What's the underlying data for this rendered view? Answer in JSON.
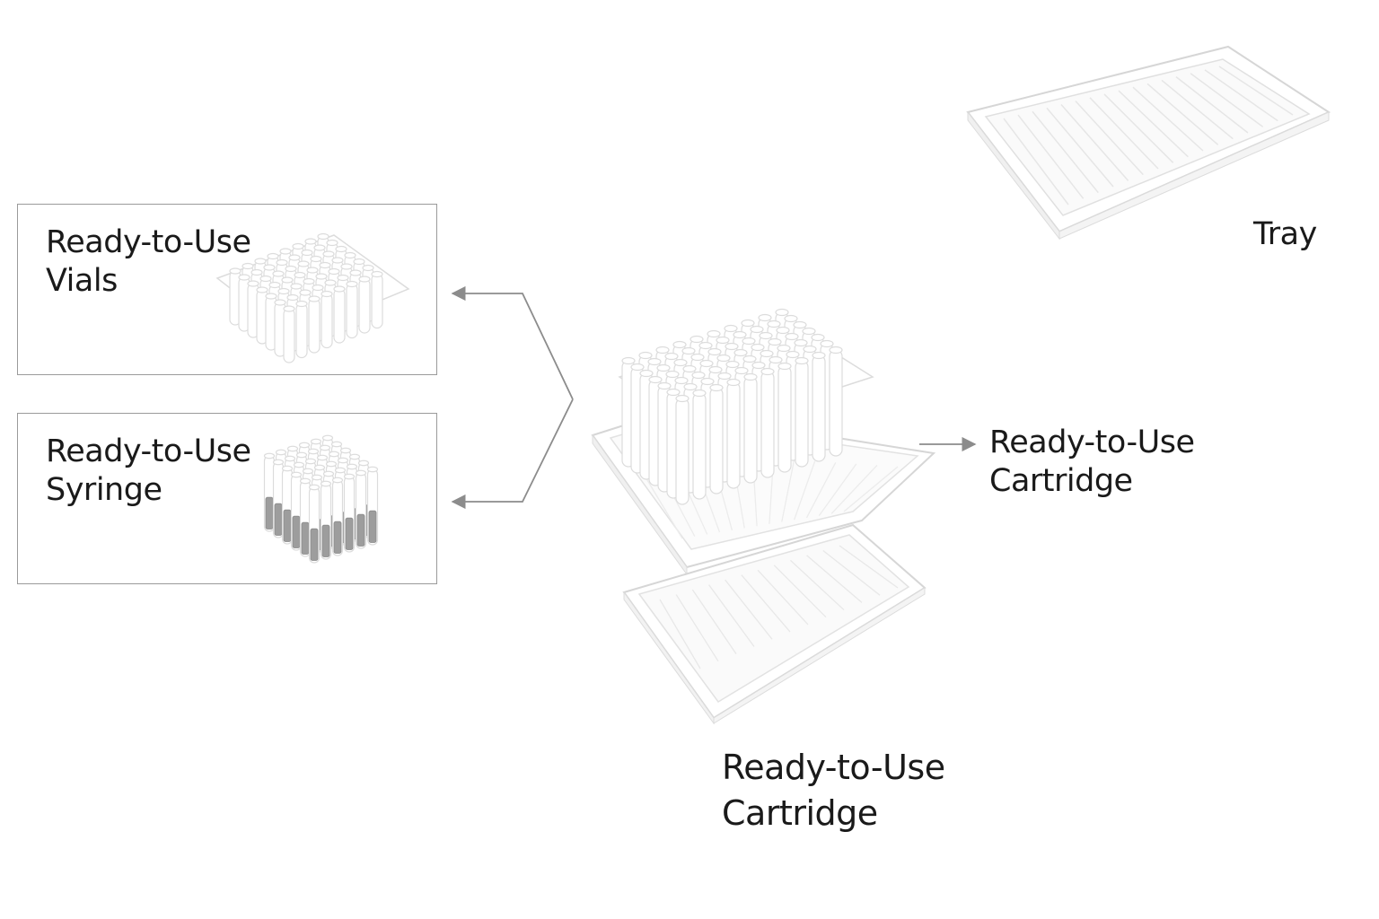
{
  "labels": {
    "vials": [
      "Ready-to-Use",
      "Vials"
    ],
    "syringe": [
      "Ready-to-Use",
      "Syringe"
    ],
    "tray": "Tray",
    "cartridge_right": [
      "Ready-to-Use",
      "Cartridge"
    ],
    "cartridge_bottom": [
      "Ready-to-Use",
      "Cartridge"
    ]
  },
  "colors": {
    "outline": "#dcdcdc",
    "fill": "#ffffff",
    "shadow": "#f2f2f2",
    "arrow": "#8c8c8c",
    "plunger": "#9d9d9d",
    "border": "#9a9a9a"
  },
  "icons": [
    "vial-rack-icon",
    "syringe-rack-icon",
    "empty-tray-icon",
    "nest-with-tubes-icon",
    "nest-tray-icon",
    "tub-icon",
    "arrow-icon"
  ]
}
